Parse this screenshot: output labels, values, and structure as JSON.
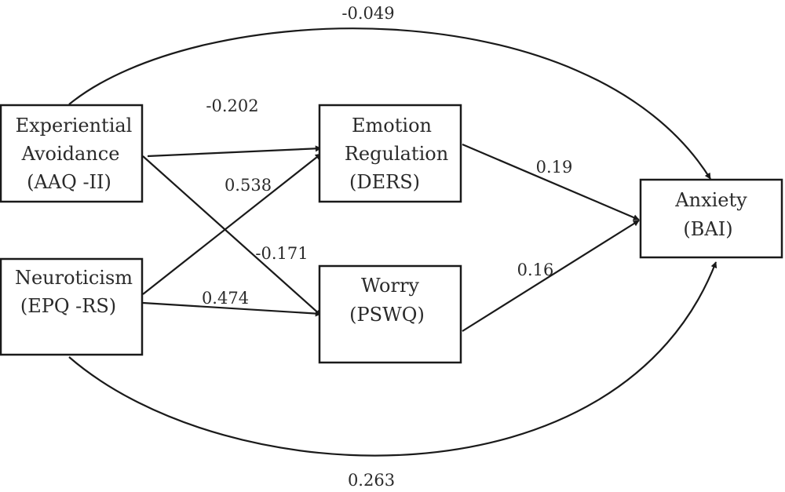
{
  "nodes": {
    "experiential_avoidance": {
      "lines": [
        "Experiential",
        "Avoidance",
        "(AAQ -II)"
      ]
    },
    "neuroticism": {
      "lines": [
        "Neuroticism",
        "(EPQ -RS)"
      ]
    },
    "emotion_regulation": {
      "lines": [
        "Emotion",
        "Regulation",
        "(DERS)"
      ]
    },
    "worry": {
      "lines": [
        "Worry",
        "(PSWQ)"
      ]
    },
    "anxiety": {
      "lines": [
        "Anxiety",
        "(BAI)"
      ]
    }
  },
  "paths": {
    "ea_to_anxiety": "-0.049",
    "ea_to_er": "-0.202",
    "ea_to_worry": "-0.171",
    "neu_to_er": "0.538",
    "neu_to_worry": "0.474",
    "er_to_anxiety": "0.19",
    "worry_to_anxiety": "0.16",
    "neu_to_anxiety": "0.263"
  }
}
